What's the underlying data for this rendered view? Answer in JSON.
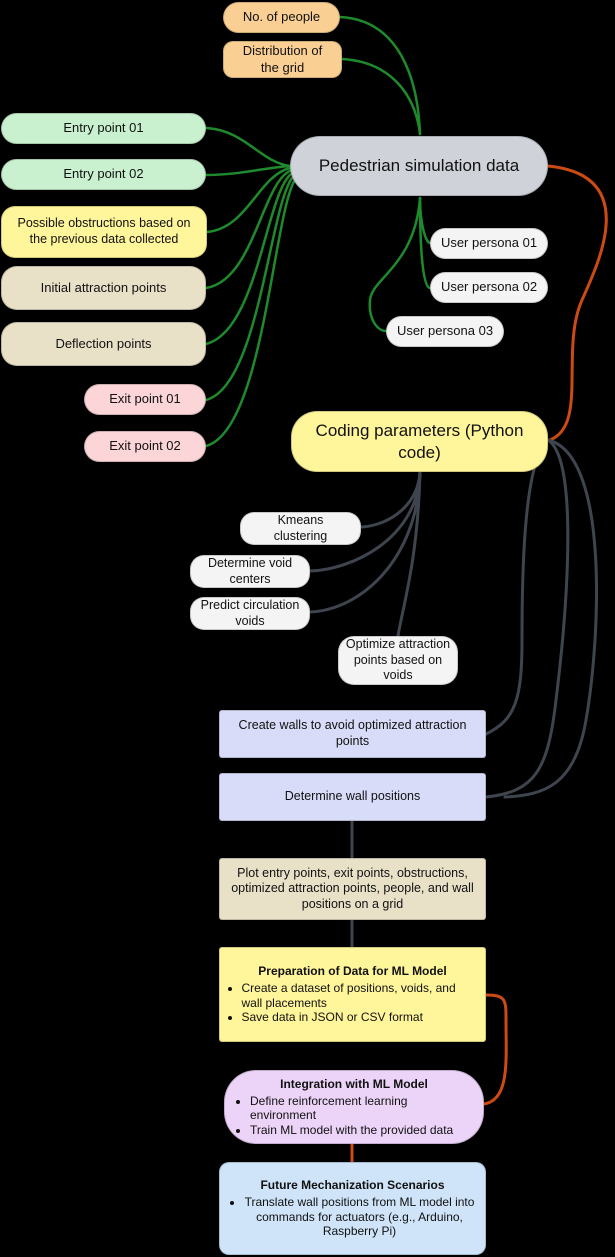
{
  "colors": {
    "orange": "#f9cf93",
    "green": "#c9f1cf",
    "yellow": "#fff59a",
    "tan": "#e8e1c8",
    "pink": "#fbd5d7",
    "gray": "#cfd2d9",
    "white": "#f4f4f4",
    "lavender": "#d9dcf8",
    "purple": "#ecd3f8",
    "blue": "#cfe4f8",
    "line_green": "#1f8a2c",
    "line_orange": "#cc4a14",
    "line_gray": "#3e454e"
  },
  "nodes": {
    "no_of_people": "No. of people",
    "distribution_of_grid": "Distribution of the grid",
    "pedestrian_simulation_data": "Pedestrian simulation data",
    "entry_point_01": "Entry point 01",
    "entry_point_02": "Entry point 02",
    "possible_obstructions": "Possible obstructions based on the previous data collected",
    "initial_attraction_points": "Initial attraction points",
    "deflection_points": "Deflection points",
    "exit_point_01": "Exit point 01",
    "exit_point_02": "Exit point 02",
    "user_persona_01": "User persona 01",
    "user_persona_02": "User persona 02",
    "user_persona_03": "User persona 03",
    "coding_parameters": "Coding parameters (Python code)",
    "kmeans_clustering": "Kmeans clustering",
    "determine_void_centers": "Determine void centers",
    "predict_circulation_voids": "Predict circulation voids",
    "optimize_attraction_points": "Optimize attraction points based on voids",
    "create_walls": "Create walls to avoid optimized attraction points",
    "determine_wall_positions": "Determine wall positions",
    "plot_grid": "Plot entry points, exit points, obstructions, optimized attraction points, people, and wall positions on a grid",
    "preparation": {
      "title": "Preparation of Data for ML Model",
      "items": [
        "Create a dataset of positions, voids, and wall placements",
        "Save data in JSON or CSV format"
      ]
    },
    "integration": {
      "title": "Integration with ML Model",
      "items": [
        "Define reinforcement learning environment",
        "Train ML model with the provided data"
      ]
    },
    "future": {
      "title": "Future Mechanization Scenarios",
      "items": [
        "Translate wall positions from ML model into commands for actuators (e.g., Arduino, Raspberry Pi)"
      ]
    }
  }
}
